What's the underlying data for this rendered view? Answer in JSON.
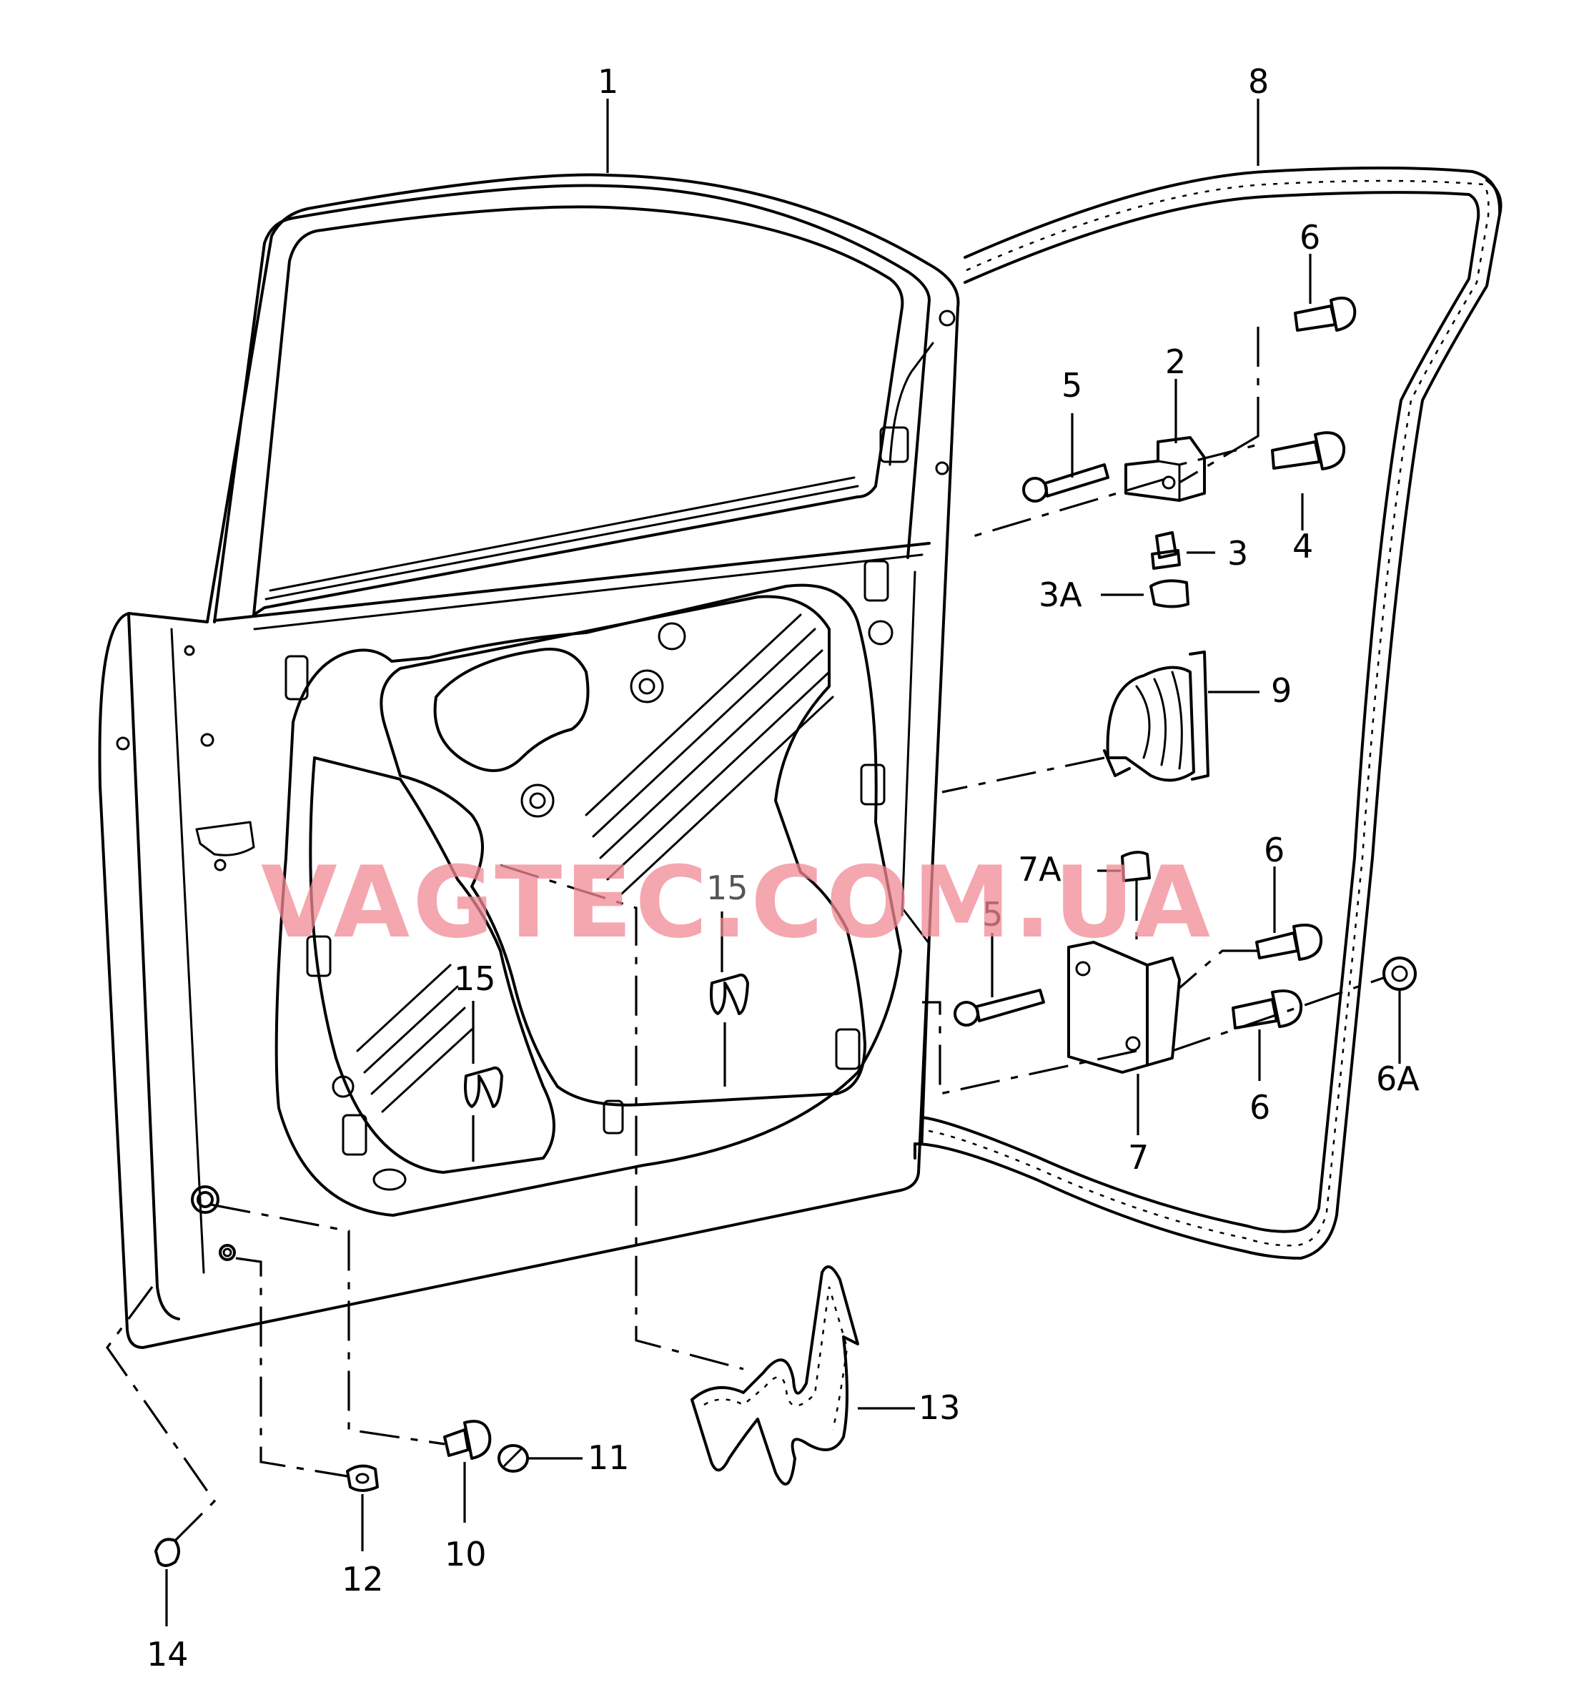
{
  "watermark": "VAGTEC.COM.UA",
  "callouts": {
    "c1": "1",
    "c2": "2",
    "c3": "3",
    "c3A": "3A",
    "c4": "4",
    "c5a": "5",
    "c5b": "5",
    "c6a": "6",
    "c6b": "6",
    "c6c": "6",
    "c6A": "6A",
    "c7": "7",
    "c7A": "7A",
    "c8": "8",
    "c9": "9",
    "c10": "10",
    "c11": "11",
    "c12": "12",
    "c13": "13",
    "c14": "14",
    "c15a": "15",
    "c15b": "15"
  }
}
